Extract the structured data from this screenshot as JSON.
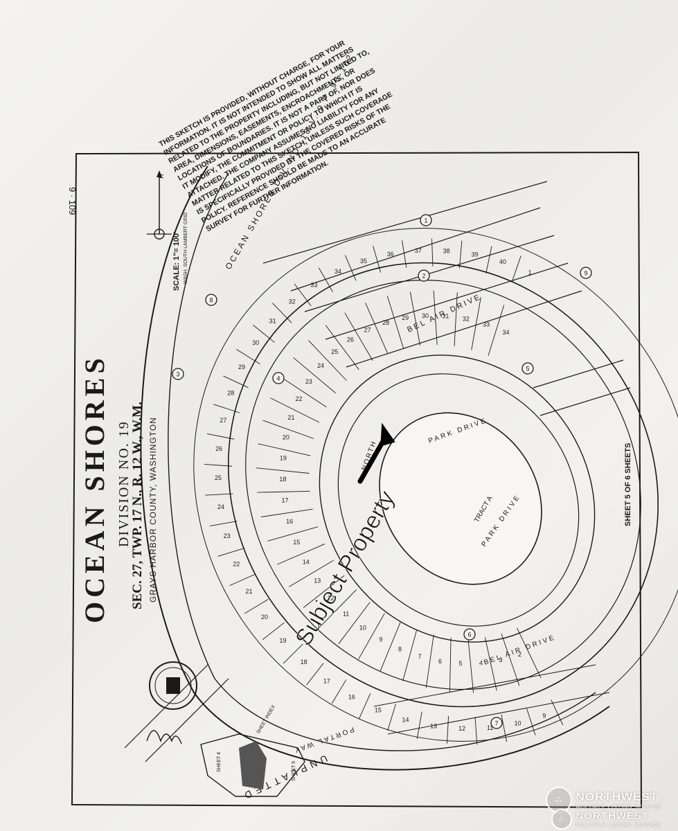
{
  "map": {
    "title": "OCEAN SHORES",
    "division": "DIVISION NO. 19",
    "section": "SEC. 27, TWP. 17 N., R. 12 W., W.M.",
    "county": "GRAYS HARBOR COUNTY, WASHINGTON",
    "sheet": "SHEET 5 OF 6 SHEETS",
    "scale": "SCALE: 1\"= 100'",
    "scale_note": "WASH. SOUTH LAMBERT GRID",
    "north_symbol": "n",
    "sketch_no": "9 · 109",
    "ref_top": "OCEAN SHORES DIV. NO. 18 V. 9 P. 96-102",
    "bottom_label": "UNPLATTED",
    "tract_label": "TRACT A",
    "annotation": "Subject Property",
    "block_numbers": [
      "1",
      "2",
      "3",
      "4",
      "5",
      "6",
      "7",
      "8",
      "9"
    ],
    "disclaimer_lines": [
      "THIS SKETCH IS PROVIDED, WITHOUT CHARGE, FOR YOUR",
      "INFORMATION. IT IS NOT INTENDED TO SHOW ALL MATTERS",
      "RELATED TO THE PROPERTY INCLUDING, BUT NOT LIMITED TO,",
      "AREA, DIMENSIONS, EASEMENTS, ENCROACHMENTS, OR",
      "LOCATIONS OF BOUNDARIES. IT IS NOT A PART OF, NOR DOES",
      "IT MODIFY, THE COMMITMENT OR POLICY TO WHICH IT IS",
      "ATTACHED. THE COMPANY ASSUMES NO LIABILITY FOR ANY",
      "MATTER RELATED TO THIS SKETCH, UNLESS SUCH COVERAGE",
      "IS SPECIFICALLY PROVIDED BY THE COVERED RISKS OF THE",
      "POLICY. REFERENCE SHOULD BE MADE TO AN ACCURATE",
      "SURVEY FOR FURTHER INFORMATION."
    ],
    "streets": [
      {
        "name": "BEL AIR DRIVE"
      },
      {
        "name": "PARK DRIVE"
      },
      {
        "name": "PORTAL WAY"
      },
      {
        "name": "NORTH"
      }
    ],
    "inset_labels": [
      "SHEET 4",
      "SHEET INDEX",
      "SHEET 6"
    ]
  },
  "watermark": {
    "name": "NORTHWEST",
    "sub": "MULTIPLE LISTING SERVICE"
  },
  "colors": {
    "ink": "#1a1a1a",
    "paper": "#f3f2f0",
    "watermark": "#ffffff"
  }
}
